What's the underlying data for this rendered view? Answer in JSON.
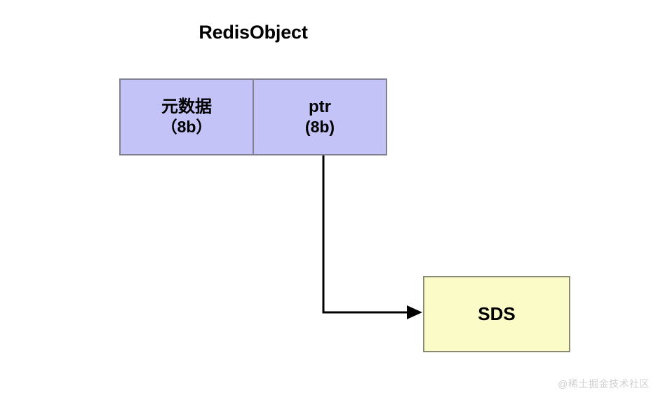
{
  "diagram": {
    "title": "RedisObject",
    "background_color": "#ffffff",
    "struct": {
      "name": "RedisObject",
      "fill_color": "#c3c3f7",
      "border_color": "#80808f",
      "fields": [
        {
          "label": "元数据",
          "size": "（8b）"
        },
        {
          "label": "ptr",
          "size": "(8b)"
        }
      ]
    },
    "target": {
      "label": "SDS",
      "fill_color": "#fbfbc7",
      "border_color": "#8a8a72"
    },
    "connector": {
      "from": "ptr",
      "to": "SDS",
      "style": "elbow",
      "arrowhead": "solid-triangle",
      "color": "#000000"
    },
    "watermark": "@稀土掘金技术社区"
  }
}
